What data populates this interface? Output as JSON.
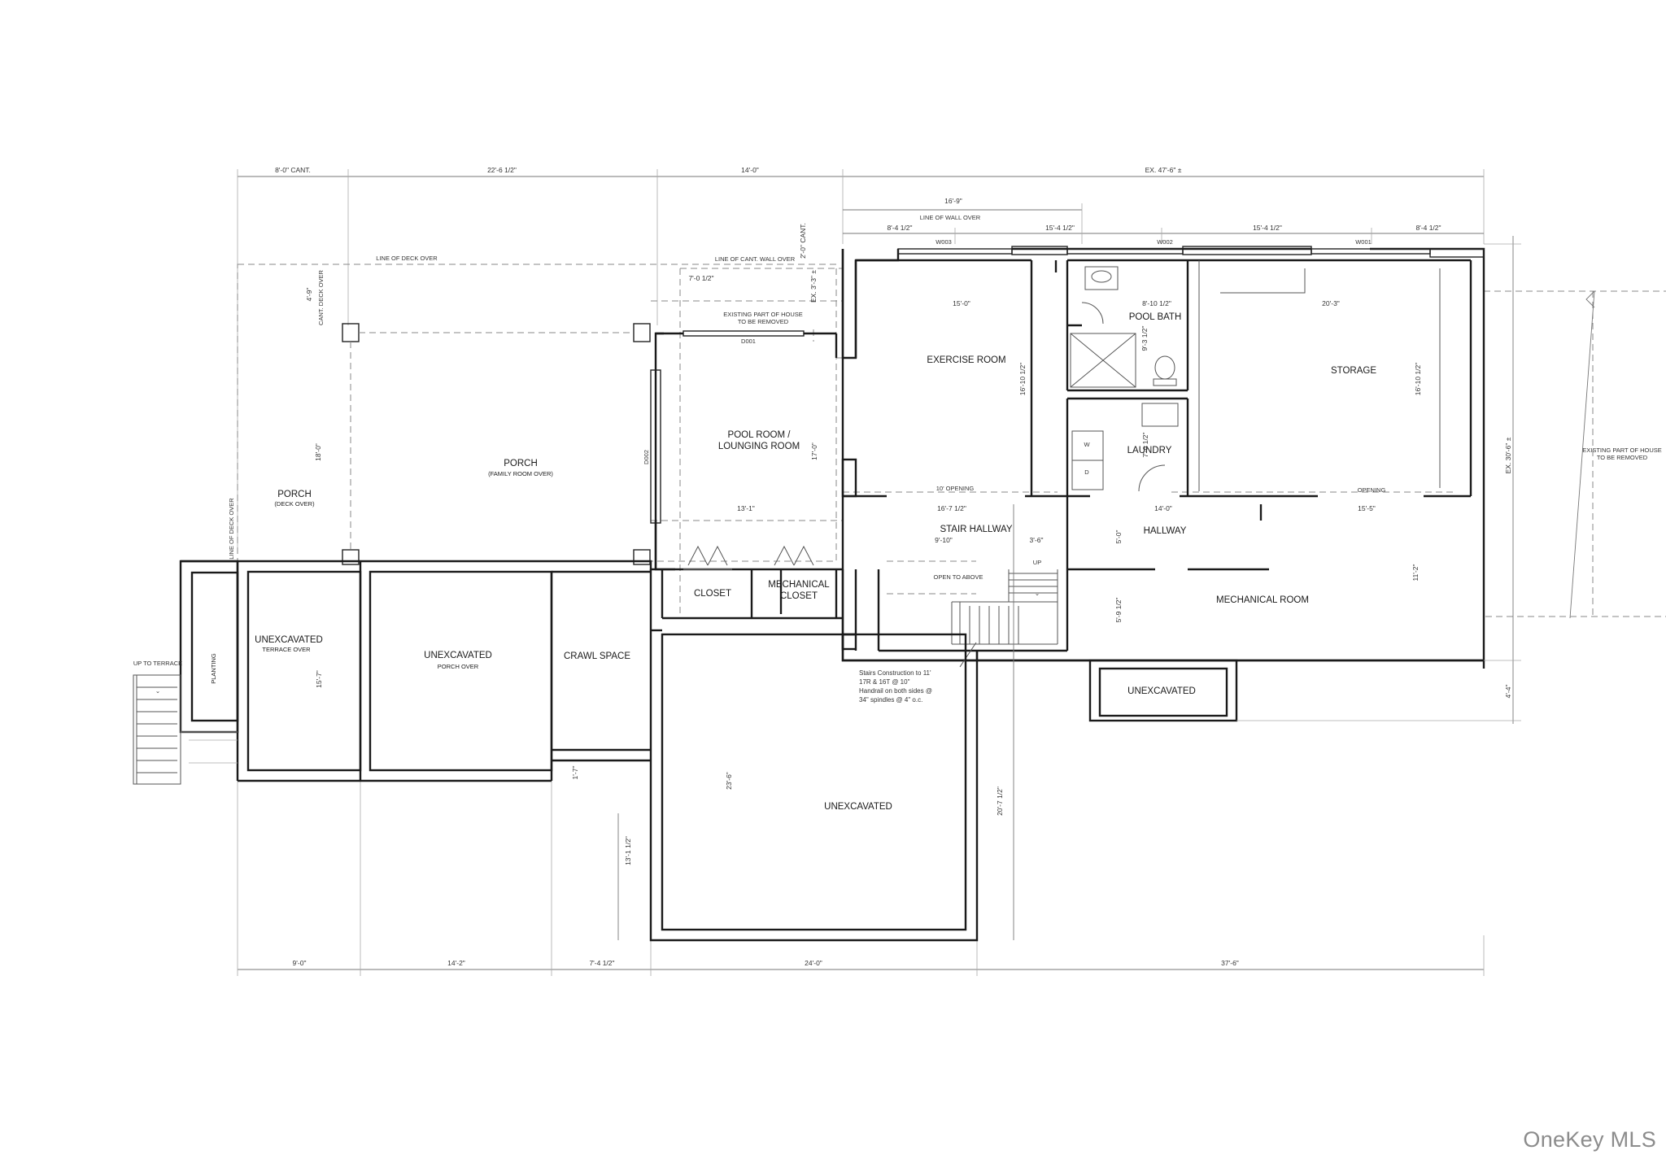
{
  "colors": {
    "ink": "#1a1a1a",
    "dim": "#777777",
    "watermark": "#8c8c8c",
    "paper": "#ffffff"
  },
  "rooms": {
    "porch_main": {
      "label": "PORCH",
      "sub": "(FAMILY ROOM OVER)"
    },
    "porch_left": {
      "label": "PORCH",
      "sub": "(DECK OVER)"
    },
    "pool_room": {
      "line1": "POOL ROOM /",
      "line2": "LOUNGING ROOM"
    },
    "exercise": {
      "label": "EXERCISE ROOM"
    },
    "pool_bath": {
      "label": "POOL BATH"
    },
    "laundry": {
      "label": "LAUNDRY"
    },
    "storage": {
      "label": "STORAGE"
    },
    "stair_hallway": {
      "label": "STAIR HALLWAY"
    },
    "hallway": {
      "label": "HALLWAY"
    },
    "mechanical_room": {
      "label": "MECHANICAL ROOM"
    },
    "closet": {
      "label": "CLOSET"
    },
    "mech_closet": {
      "line1": "MECHANICAL",
      "line2": "CLOSET"
    },
    "unexc_terrace": {
      "label": "UNEXCAVATED",
      "sub": "TERRACE OVER"
    },
    "unexc_porch": {
      "label": "UNEXCAVATED",
      "sub": "PORCH OVER"
    },
    "crawl": {
      "label": "CRAWL SPACE"
    },
    "unexc_right": {
      "label": "UNEXCAVATED"
    },
    "unexc_center": {
      "label": "UNEXCAVATED"
    },
    "planting": {
      "label": "PLANTING"
    }
  },
  "notes": {
    "line_deck_over": "LINE OF DECK OVER",
    "line_cant_wall": "LINE OF CANT. WALL OVER",
    "line_wall_over": "LINE OF WALL OVER",
    "existing_1": "EXISTING PART OF HOUSE",
    "existing_2": "TO BE REMOVED",
    "open_above": "OPEN TO ABOVE",
    "up": "UP",
    "up_terrace": "UP TO TERRACE",
    "opening_10": "10' OPENING",
    "opening": "OPENING",
    "line_deck_over_v": "LINE OF DECK OVER",
    "cant_deck_over": "CANT. DECK OVER",
    "stairs_1": "Stairs Construction to 11'",
    "stairs_2": "17R & 16T @ 10\"",
    "stairs_3": "Handrail on both sides @",
    "stairs_4": "34\" spindles @ 4\" o.c.",
    "w": "W",
    "d": "D",
    "door_d001": "D001",
    "door_d002": "D002",
    "win_w001": "W001",
    "win_w002": "W002",
    "win_w003": "W003"
  },
  "dims": {
    "top_1": "8'-0\" CANT.",
    "top_2": "22'-6 1/2\"",
    "top_3": "14'-0\"",
    "top_4": "EX. 47'-6\" ±",
    "top_16_9": "16'-9\"",
    "top_8_4_a": "8'-4 1/2\"",
    "top_15_4_a": "15'-4 1/2\"",
    "top_15_4_b": "15'-4 1/2\"",
    "top_8_4_b": "8'-4 1/2\"",
    "v_2_0_cant": "2'-0\" CANT.",
    "v_ex_3_3": "EX. 3'-3\" ±",
    "d_7_0_half": "7'-0 1/2\"",
    "d_15_0": "15'-0\"",
    "d_8_10": "8'-10 1/2\"",
    "d_20_3": "20'-3\"",
    "d_9_3": "9'-3 1/2\"",
    "d_16_10_a": "16'-10 1/2\"",
    "d_16_10_b": "16'-10 1/2\"",
    "d_7_0_b": "7'-0 1/2\"",
    "d_17_0": "17'-0\"",
    "d_13_1": "13'-1\"",
    "d_16_7": "16'-7 1/2\"",
    "d_14_0": "14'-0\"",
    "d_15_5": "15'-5\"",
    "d_9_10": "9'-10\"",
    "d_3_6": "3'-6\"",
    "d_5_0": "5'-0\"",
    "d_5_9": "5'-9 1/2\"",
    "d_11_2": "11'-2\"",
    "d_4_9": "4'-9\"",
    "d_18_0": "18'-0\"",
    "d_15_7": "15'-7\"",
    "d_1_7": "1'-7\"",
    "d_23_6": "23'-6\"",
    "d_13_1_half": "13'-1 1/2\"",
    "d_20_7": "20'-7 1/2\"",
    "d_ex_30_6": "EX. 30'-6\" ±",
    "d_4_4": "4'-4\"",
    "bot_1": "9'-0\"",
    "bot_2": "14'-2\"",
    "bot_3": "7'-4 1/2\"",
    "bot_4": "24'-0\"",
    "bot_5": "37'-6\""
  },
  "watermark": "OneKey MLS"
}
